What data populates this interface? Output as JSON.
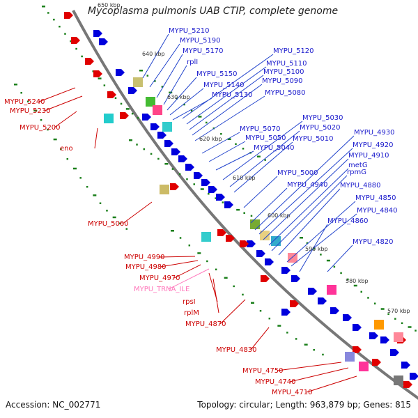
{
  "title": "Mycoplasma pulmonis UAB CTIP, complete genome",
  "accession": "Accession: NC_002771",
  "topology": "Topology: circular; Length: 963,879 bp; Genes: 815",
  "colors": {
    "forward": "#0000dd",
    "reverse": "#e00000",
    "rna": "#ff77bb",
    "backbone": "#777777",
    "ticks": "#1a7f1a"
  },
  "kbp_ticks": [
    "650 kbp",
    "640 kbp",
    "630 kbp",
    "620 kbp",
    "610 kbp",
    "600 kbp",
    "590 kbp",
    "580 kbp",
    "570 kbp"
  ],
  "blue_labels": [
    "MYPU_5210",
    "MYPU_5190",
    "MYPU_5170",
    "rplI",
    "MYPU_5150",
    "MYPU_5140",
    "MYPU_5130",
    "MYPU_5120",
    "MYPU_5110",
    "MYPU_5100",
    "MYPU_5090",
    "MYPU_5080",
    "MYPU_5070",
    "MYPU_5050",
    "MYPU_5040",
    "MYPU_5030",
    "MYPU_5020",
    "MYPU_5010",
    "MYPU_5000",
    "MYPU_4940",
    "MYPU_4930",
    "MYPU_4920",
    "MYPU_4910",
    "metG",
    "rpmG",
    "MYPU_4880",
    "MYPU_4850",
    "MYPU_4840",
    "MYPU_4860",
    "MYPU_4820"
  ],
  "red_labels": [
    "MYPU_5240",
    "MYPU_5230",
    "MYPU_5200",
    "eno",
    "MYPU_5060",
    "MYPU_4990",
    "MYPU_4980",
    "MYPU_4970",
    "MYPU_TRNA_ILE",
    "rpsI",
    "rplM",
    "MYPU_4870",
    "MYPU_4830",
    "MYPU_4750",
    "MYPU_4740",
    "MYPU_4710"
  ]
}
